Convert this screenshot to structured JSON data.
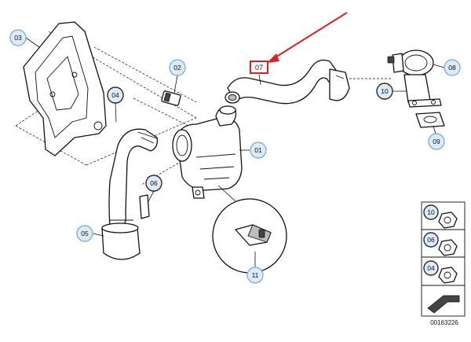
{
  "diagram": {
    "document_number": "00163226",
    "highlight_color": "#e02020",
    "callout_fill": "#dcebf7",
    "callout_stroke": "#6fa8d6",
    "callouts": {
      "c01": "01",
      "c02": "02",
      "c03": "03",
      "c04": "04",
      "c05": "05",
      "c06": "06",
      "c07": "07",
      "c08": "08",
      "c09": "09",
      "c10": "10",
      "c11": "11"
    },
    "legend": {
      "l10": "10",
      "l06": "06",
      "l04": "04"
    }
  }
}
